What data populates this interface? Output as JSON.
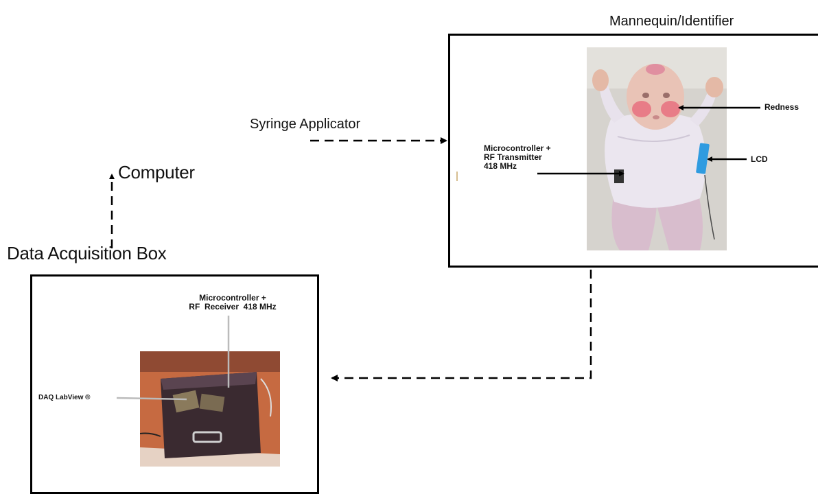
{
  "mannequin": {
    "title": "Mannequin/Identifier",
    "label_redness": "Redness",
    "label_lcd": "LCD",
    "label_transmitter": [
      "Microcontroller +",
      "RF Transmitter",
      "418 MHz"
    ]
  },
  "syringe": {
    "label": "Syringe Applicator"
  },
  "computer": {
    "label": "Computer"
  },
  "daq_box": {
    "title": "Data Acquisition Box",
    "label_receiver": [
      "Microcontroller +",
      "RF  Receiver  418 MHz"
    ],
    "label_daq": "DAQ LabView ®"
  },
  "colors": {
    "doll_skin": "#e9c3b6",
    "doll_cheeks": "#e8707f",
    "doll_shirt": "#e8e2ee",
    "doll_pants": "#d7b9cc",
    "lcd": "#2f9be0",
    "table": "#c66a41",
    "daq_case": "#3a2a30"
  }
}
